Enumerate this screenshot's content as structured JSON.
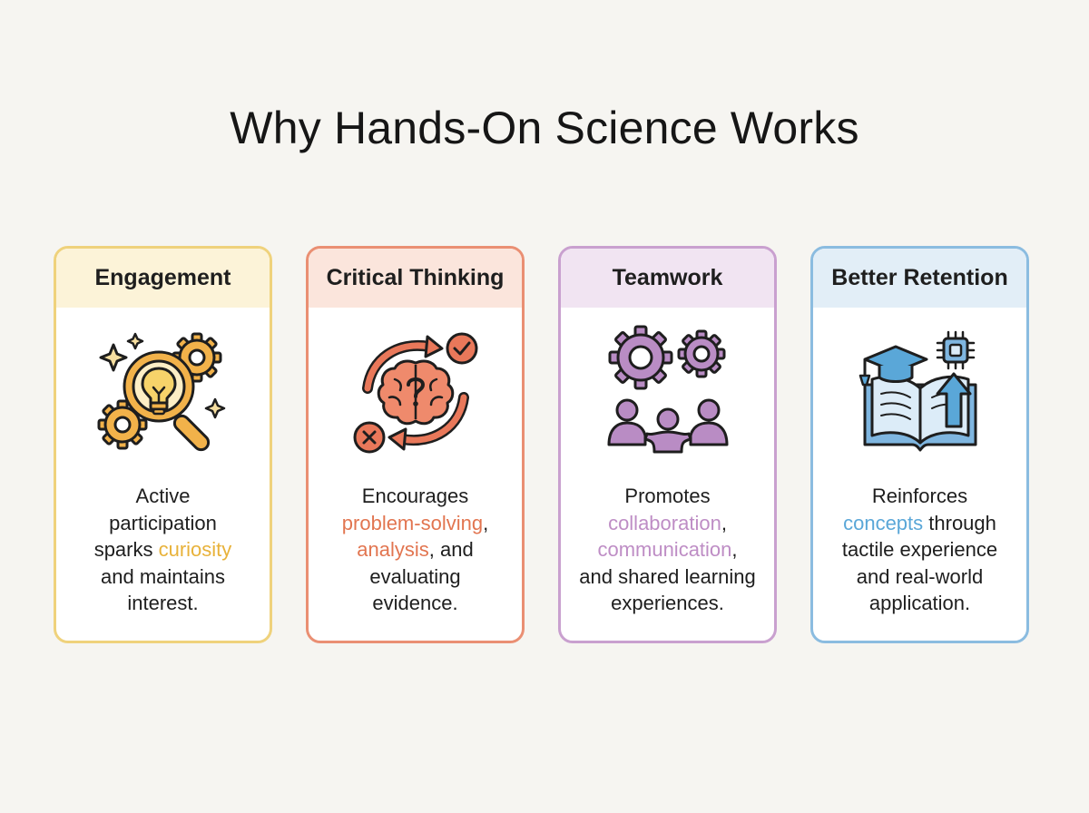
{
  "title": "Why Hands-On Science Works",
  "cards": [
    {
      "heading": "Engagement",
      "icon": "lightbulb-magnifier-gears-icon",
      "accent": "#e8b23a",
      "border": "#efd27c",
      "body": [
        [
          {
            "t": "Active"
          }
        ],
        [
          {
            "t": "participation"
          }
        ],
        [
          {
            "t": "sparks "
          },
          {
            "t": "curiosity",
            "hl": true
          }
        ],
        [
          {
            "t": "and maintains"
          }
        ],
        [
          {
            "t": "interest."
          }
        ]
      ]
    },
    {
      "heading": "Critical Thinking",
      "icon": "brain-cycle-icon",
      "accent": "#e27550",
      "border": "#ea8f73",
      "body": [
        [
          {
            "t": "Encourages"
          }
        ],
        [
          {
            "t": "problem-solving",
            "hl": true
          },
          {
            "t": ","
          }
        ],
        [
          {
            "t": "analysis",
            "hl": true
          },
          {
            "t": ", and"
          }
        ],
        [
          {
            "t": "evaluating"
          }
        ],
        [
          {
            "t": "evidence."
          }
        ]
      ]
    },
    {
      "heading": "Teamwork",
      "icon": "gears-people-icon",
      "accent": "#be8dc5",
      "border": "#c9a0cf",
      "body": [
        [
          {
            "t": "Promotes"
          }
        ],
        [
          {
            "t": "collaboration",
            "hl": true
          },
          {
            "t": ","
          }
        ],
        [
          {
            "t": "communication",
            "hl": true
          },
          {
            "t": ","
          }
        ],
        [
          {
            "t": "and shared learning"
          }
        ],
        [
          {
            "t": "experiences."
          }
        ]
      ]
    },
    {
      "heading": "Better Retention",
      "icon": "book-graduation-cap-icon",
      "accent": "#5aa7d8",
      "border": "#8bbce0",
      "body": [
        [
          {
            "t": "Reinforces"
          }
        ],
        [
          {
            "t": "concepts",
            "hl": true
          },
          {
            "t": " through"
          }
        ],
        [
          {
            "t": "tactile experience"
          }
        ],
        [
          {
            "t": "and real-world"
          }
        ],
        [
          {
            "t": "application."
          }
        ]
      ]
    }
  ]
}
